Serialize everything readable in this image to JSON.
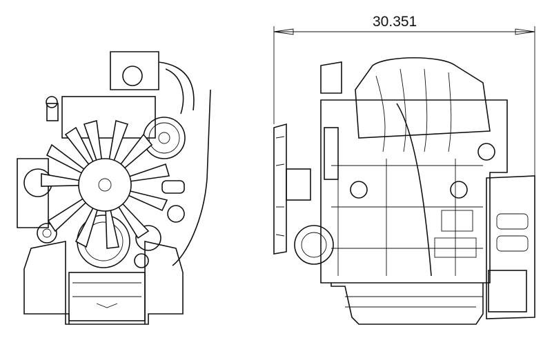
{
  "dimension": {
    "value": "30.351"
  },
  "views": [
    "front-view",
    "side-view"
  ]
}
